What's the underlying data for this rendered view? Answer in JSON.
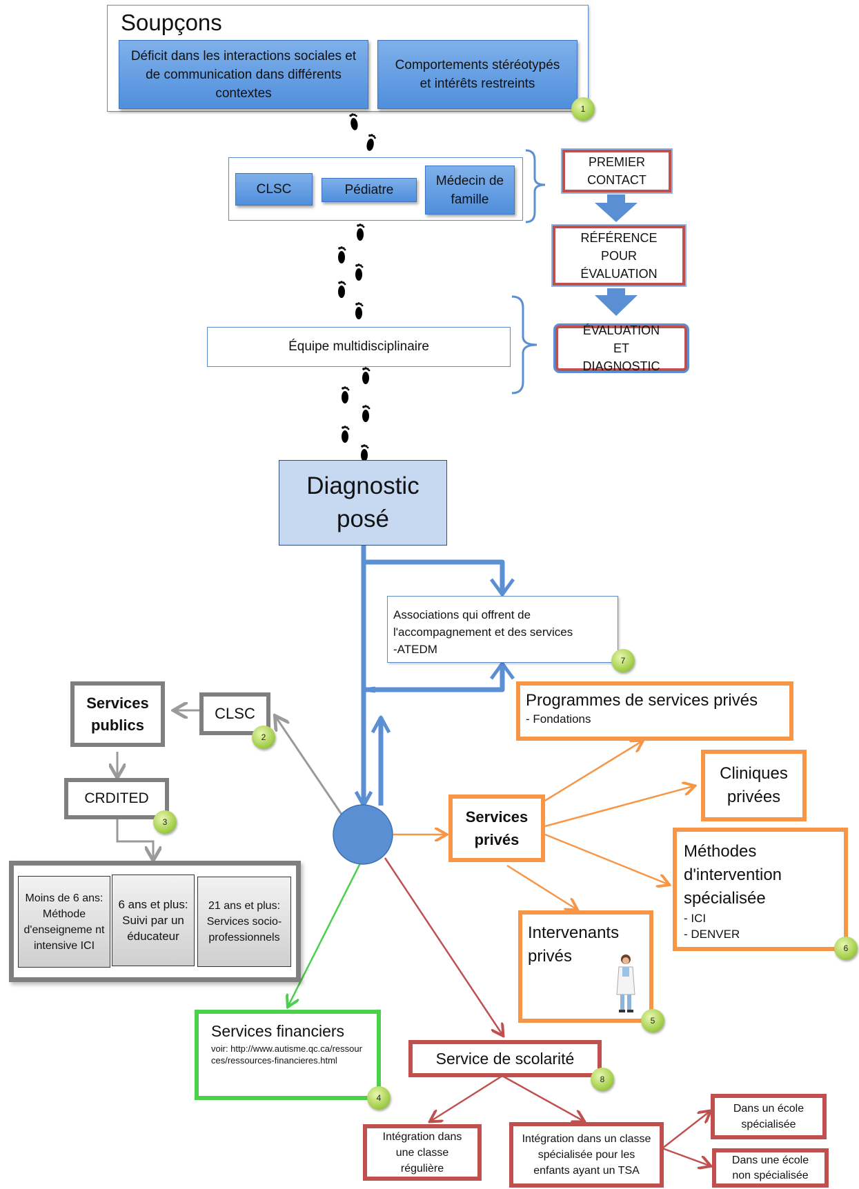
{
  "suspicion": {
    "title": "Soupçons",
    "box1": "Déficit dans les interactions sociales et de communication dans différents contextes",
    "box2": "Comportements stéréotypés et intérêts restreints",
    "badge": "1"
  },
  "first_contact": {
    "clsc": "CLSC",
    "pediatre": "Pédiatre",
    "medecin": "Médecin de famille",
    "premier_contact": "PREMIER CONTACT",
    "reference": "RÉFÉRENCE POUR ÉVALUATION",
    "evaluation": "ÉVALUATION ET DIAGNOSTIC",
    "equipe": "Équipe multidisciplinaire"
  },
  "diagnostic": {
    "line1": "Diagnostic",
    "line2": "posé"
  },
  "associations": {
    "line1": "Associations qui offrent de",
    "line2": "l'accompagnement et des services",
    "line3": "-ATEDM",
    "badge": "7"
  },
  "public": {
    "title_line1": "Services",
    "title_line2": "publics",
    "clsc": "CLSC",
    "clsc_badge": "2",
    "crdited": "CRDITED",
    "crdited_badge": "3",
    "age1": "Moins de 6 ans: Méthode d'enseigneme nt intensive ICI",
    "age2": "6 ans et plus: Suivi par un éducateur",
    "age3": "21 ans et plus: Services socio-professionnels"
  },
  "private": {
    "title_line1": "Services",
    "title_line2": "privés",
    "programmes_title": "Programmes de services privés",
    "programmes_item": "- Fondations",
    "cliniques_line1": "Cliniques",
    "cliniques_line2": "privées",
    "methodes_line1": "Méthodes",
    "methodes_line2": "d'intervention",
    "methodes_line3": "spécialisée",
    "methodes_item1": "- ICI",
    "methodes_item2": "- DENVER",
    "methodes_badge": "6",
    "intervenants_line1": "Intervenants",
    "intervenants_line2": "privés",
    "intervenants_badge": "5"
  },
  "financial": {
    "title": "Services financiers",
    "text": "voir: http://www.autisme.qc.ca/ressources/ressources-financieres.html",
    "badge": "4"
  },
  "school": {
    "title": "Service de scolarité",
    "badge": "8",
    "reguliere": "Intégration dans une classe régulière",
    "specialisee": "Intégration dans un classe spécialisée pour les enfants ayant un TSA",
    "ecole_spec": "Dans un école spécialisée",
    "ecole_non_spec": "Dans une école non spécialisée"
  },
  "colors": {
    "blue": "#5b8fd4",
    "red": "#c0504d",
    "orange": "#f79646",
    "grey": "#7f7f7f",
    "green": "#4bd04b",
    "badge": "#a6d04f"
  }
}
